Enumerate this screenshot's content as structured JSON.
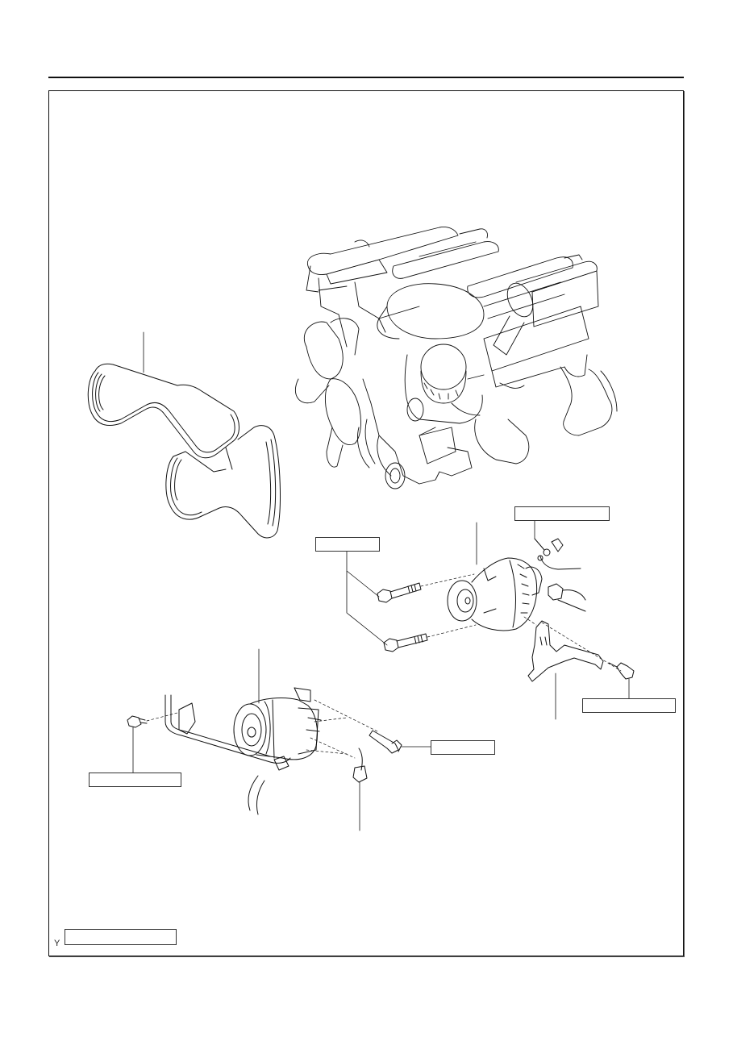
{
  "page": {
    "background": "#ffffff",
    "line_color": "#111111"
  },
  "diagram": {
    "type": "exploded-parts-view",
    "subject": "engine drive belt, generator and A/C compressor",
    "parts": [
      {
        "id": "engine",
        "name": "engine-assembly"
      },
      {
        "id": "belt",
        "name": "v-ribbed-belt"
      },
      {
        "id": "generator",
        "name": "generator-assembly"
      },
      {
        "id": "generator_bolt_upper",
        "name": "bolt"
      },
      {
        "id": "generator_bolt_lower",
        "name": "bolt"
      },
      {
        "id": "terminal_nut",
        "name": "nut-and-terminal-cap"
      },
      {
        "id": "generator_connector",
        "name": "wire-connector"
      },
      {
        "id": "generator_bracket",
        "name": "bracket"
      },
      {
        "id": "bracket_bolt",
        "name": "bolt"
      },
      {
        "id": "compressor",
        "name": "compressor-and-magnetic-clutch"
      },
      {
        "id": "compressor_bolt",
        "name": "stud-bolt"
      },
      {
        "id": "pipe_clamp_bolt",
        "name": "bolt"
      },
      {
        "id": "compressor_connector",
        "name": "connector"
      }
    ],
    "callouts": [
      {
        "id": "torque_terminal_nut",
        "text": ""
      },
      {
        "id": "torque_generator_bolts",
        "text": ""
      },
      {
        "id": "torque_bracket_bolt",
        "text": ""
      },
      {
        "id": "torque_compressor_bolt",
        "text": ""
      },
      {
        "id": "torque_pipe_bolt",
        "text": ""
      },
      {
        "id": "legend_box",
        "text": ""
      }
    ],
    "figure_id": "Y"
  }
}
